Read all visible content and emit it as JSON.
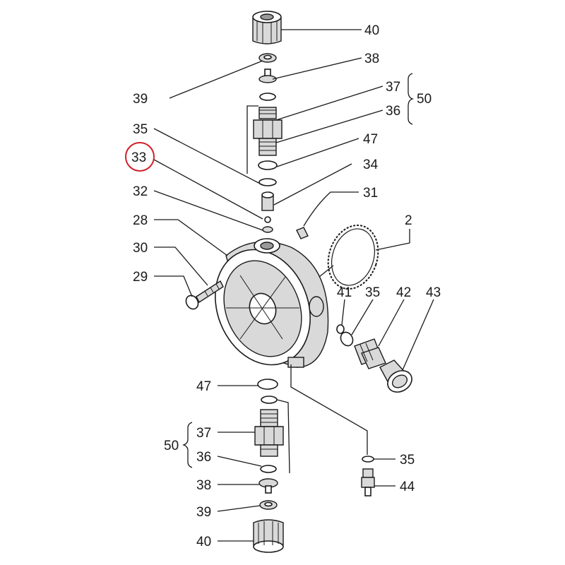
{
  "labels": {
    "top_40": "40",
    "top_38": "38",
    "top_39": "39",
    "top_37": "37",
    "top_36": "36",
    "top_50": "50",
    "top_35": "35",
    "top_47": "47",
    "top_33": "33",
    "top_34": "34",
    "top_32": "32",
    "top_31": "31",
    "top_28": "28",
    "top_2": "2",
    "top_30": "30",
    "top_29": "29",
    "side_41": "41",
    "side_35": "35",
    "side_42": "42",
    "side_43": "43",
    "bottom_47": "47",
    "bottom_50": "50",
    "bottom_37": "37",
    "bottom_36": "36",
    "bottom_35": "35",
    "bottom_38": "38",
    "bottom_44": "44",
    "bottom_39": "39",
    "bottom_40": "40"
  },
  "highlight": {
    "part": "33",
    "color": "#d0202a"
  },
  "colors": {
    "ink": "#1a1a1a",
    "fill_light": "#d9d9d9",
    "fill_dark": "#9a9a9a"
  }
}
